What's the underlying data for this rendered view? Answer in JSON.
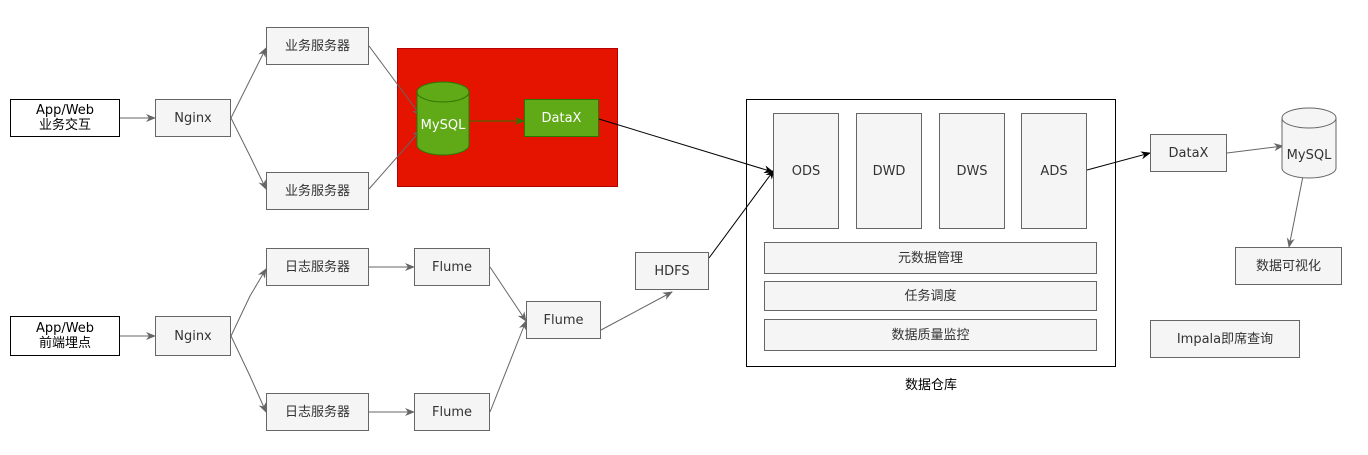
{
  "colors": {
    "red_zone": "#e51400",
    "green_fill": "#60a917",
    "green_stroke": "#2d7600",
    "gray_fill": "#f5f5f5",
    "gray_stroke": "#666666",
    "edge": "#666666",
    "edge_dark": "#000000"
  },
  "sources": {
    "business": "App/Web\n业务交互",
    "frontend": "App/Web\n前端埋点"
  },
  "nginx": {
    "top": "Nginx",
    "bottom": "Nginx"
  },
  "business_servers": {
    "top": "业务服务器",
    "bottom": "业务服务器"
  },
  "log_servers": {
    "top": "日志服务器",
    "bottom": "日志服务器"
  },
  "flume": {
    "top": "Flume",
    "merge": "Flume",
    "bottom": "Flume"
  },
  "hdfs": "HDFS",
  "mysql_source": "MySQL",
  "datax_source": "DataX",
  "warehouse": {
    "caption": "数据仓库",
    "layers": [
      "ODS",
      "DWD",
      "DWS",
      "ADS"
    ],
    "services": [
      "元数据管理",
      "任务调度",
      "数据质量监控"
    ]
  },
  "datax_export": "DataX",
  "mysql_target": "MySQL",
  "visualization": "数据可视化",
  "impala": "Impala即席查询"
}
